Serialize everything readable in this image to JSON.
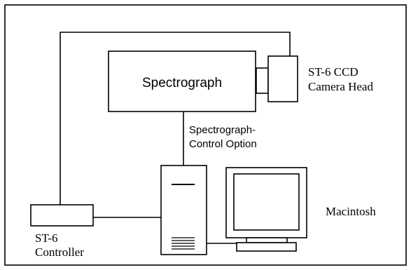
{
  "diagram": {
    "spectrograph_label": "Spectrograph",
    "camera_label": [
      "ST-6  CCD",
      "Camera Head"
    ],
    "control_option_label": [
      "Spectrograph-",
      "Control Option"
    ],
    "macintosh_label": "Macintosh",
    "controller_label": [
      "ST-6",
      "Controller"
    ]
  }
}
